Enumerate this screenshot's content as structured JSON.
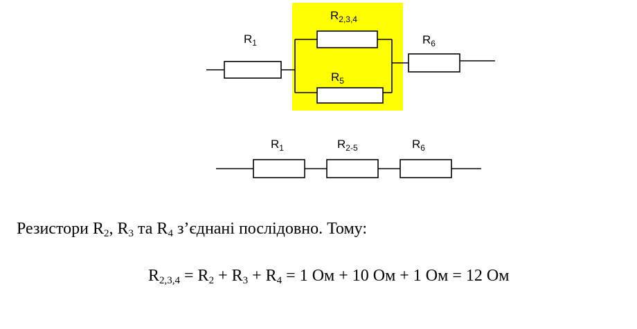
{
  "diagram": {
    "top": {
      "r1": {
        "main": "R",
        "sub": "1"
      },
      "r234": {
        "main": "R",
        "sub": "2,3,4"
      },
      "r5": {
        "main": "R",
        "sub": "5"
      },
      "r6": {
        "main": "R",
        "sub": "6"
      },
      "highlight_color": "#ffff00"
    },
    "bottom": {
      "r1": {
        "main": "R",
        "sub": "1"
      },
      "r25": {
        "main": "R",
        "sub": "2-5"
      },
      "r6": {
        "main": "R",
        "sub": "6"
      }
    }
  },
  "text": {
    "p1": "Резистори R",
    "s2": "2",
    "p2": ", R",
    "s3": "3",
    "p3": " та R",
    "s4": "4",
    "p4": " з’єднані послідовно. Тому:"
  },
  "formula": {
    "f1": "R",
    "s234": "2,3,4",
    "f2": " = R",
    "s2": "2",
    "f3": " + R",
    "s3": "3",
    "f4": " + R",
    "s4": "4",
    "f5": " = 1 Ом + 10 Ом + 1 Ом = 12 Ом"
  }
}
